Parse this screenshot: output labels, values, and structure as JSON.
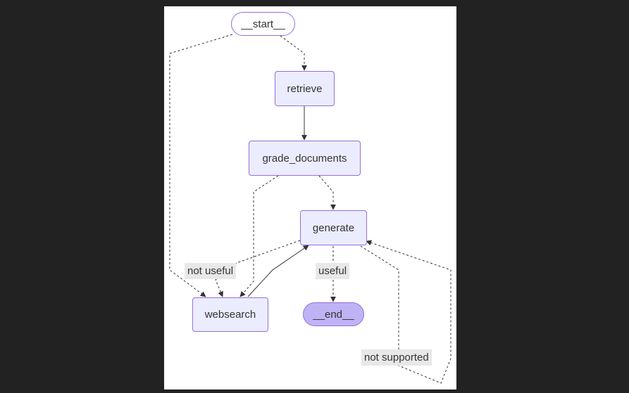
{
  "colors": {
    "background": "#222222",
    "canvas": "#ffffff",
    "node_fill": "#ECECFF",
    "node_border": "#9370DB",
    "end_fill": "#BFB3F5",
    "edge": "#333333",
    "label_bg": "#E8E8E8"
  },
  "nodes": {
    "start": "__start__",
    "retrieve": "retrieve",
    "grade_documents": "grade_documents",
    "generate": "generate",
    "websearch": "websearch",
    "end": "__end__"
  },
  "edge_labels": {
    "not_useful": "not useful",
    "useful": "useful",
    "not_supported": "not supported"
  },
  "edges": [
    {
      "from": "__start__",
      "to": "retrieve",
      "style": "dashed"
    },
    {
      "from": "__start__",
      "to": "websearch",
      "style": "dashed"
    },
    {
      "from": "retrieve",
      "to": "grade_documents",
      "style": "solid"
    },
    {
      "from": "grade_documents",
      "to": "generate",
      "style": "dashed"
    },
    {
      "from": "grade_documents",
      "to": "websearch",
      "style": "dashed"
    },
    {
      "from": "websearch",
      "to": "generate",
      "style": "solid"
    },
    {
      "from": "generate",
      "to": "websearch",
      "style": "dashed",
      "label": "not useful"
    },
    {
      "from": "generate",
      "to": "__end__",
      "style": "dashed",
      "label": "useful"
    },
    {
      "from": "generate",
      "to": "generate",
      "style": "dashed",
      "label": "not supported"
    }
  ]
}
